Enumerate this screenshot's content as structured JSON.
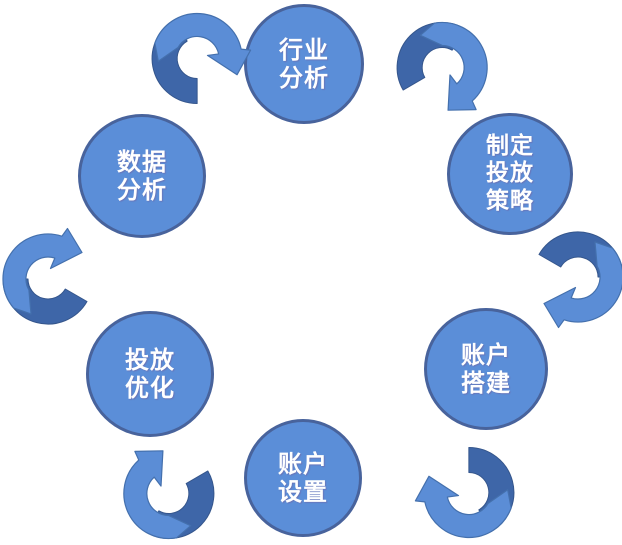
{
  "diagram": {
    "type": "cycle",
    "direction": "clockwise",
    "colors": {
      "background": "#FFFFFF",
      "node_fill": "#5B8ED8",
      "node_border": "#48639C",
      "arrow_light": "#5B8DD6",
      "arrow_dark": "#3E66A8",
      "text": "#FFFFFF"
    },
    "nodes": [
      {
        "name": "industry-analysis",
        "label": "行业分析",
        "lines": [
          "行业",
          "分析"
        ],
        "position": "top"
      },
      {
        "name": "placement-strategy",
        "label": "制定投放策略",
        "lines": [
          "制定",
          "投放",
          "策略"
        ],
        "position": "upper-right"
      },
      {
        "name": "account-build",
        "label": "账户搭建",
        "lines": [
          "账户",
          "搭建"
        ],
        "position": "lower-right"
      },
      {
        "name": "account-setup",
        "label": "账户设置",
        "lines": [
          "账户",
          "设置"
        ],
        "position": "bottom"
      },
      {
        "name": "placement-optimization",
        "label": "投放优化",
        "lines": [
          "投放",
          "优化"
        ],
        "position": "lower-left"
      },
      {
        "name": "data-analysis",
        "label": "数据分析",
        "lines": [
          "数据",
          "分析"
        ],
        "position": "upper-left"
      }
    ],
    "arrows": [
      {
        "from": "行业分析",
        "to": "制定投放策略",
        "position": "top-right"
      },
      {
        "from": "制定投放策略",
        "to": "账户搭建",
        "position": "right"
      },
      {
        "from": "账户搭建",
        "to": "账户设置",
        "position": "bottom-right"
      },
      {
        "from": "账户设置",
        "to": "投放优化",
        "position": "bottom-left"
      },
      {
        "from": "投放优化",
        "to": "数据分析",
        "position": "left"
      },
      {
        "from": "数据分析",
        "to": "行业分析",
        "position": "top-left"
      }
    ]
  }
}
